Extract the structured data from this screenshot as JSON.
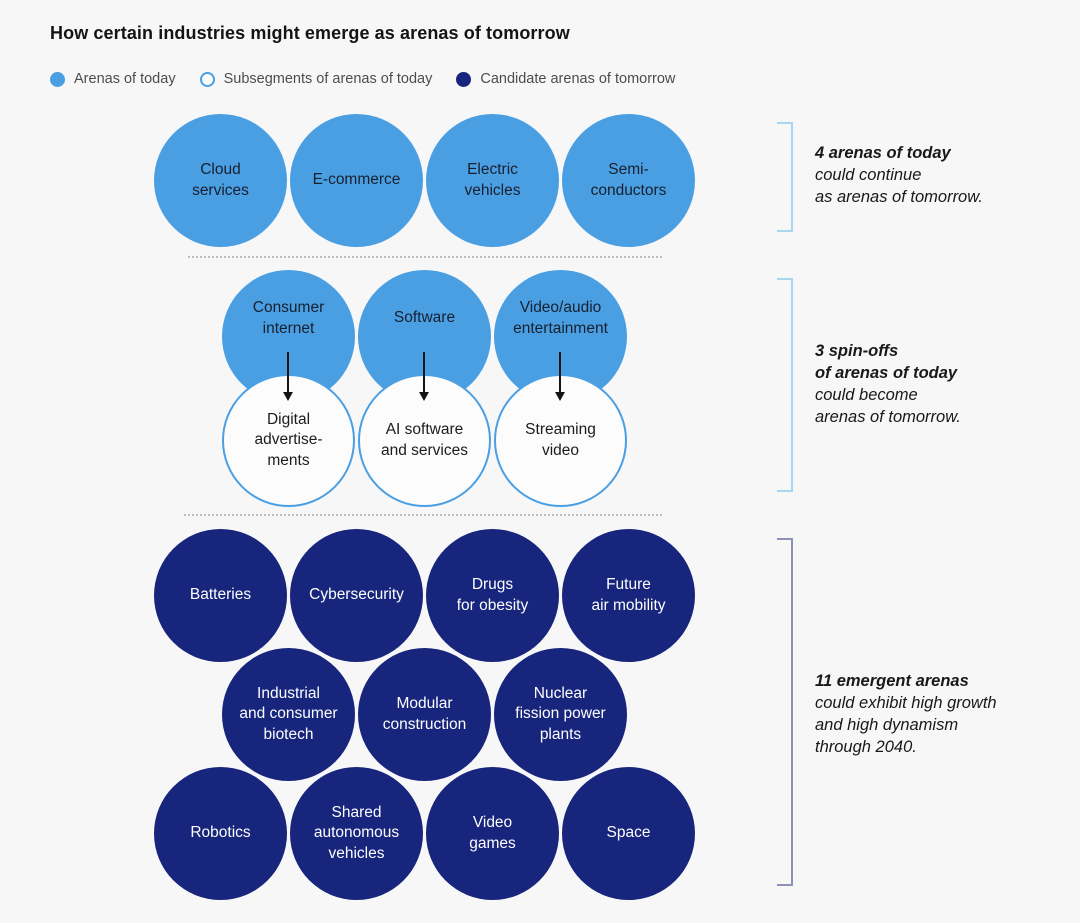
{
  "title": "How certain industries might emerge as arenas of tomorrow",
  "legend": {
    "arenas_today": "Arenas of today",
    "subsegments": "Subsegments of arenas of today",
    "candidates": "Candidate arenas of tomorrow"
  },
  "colors": {
    "bg": "#f7f7f8",
    "arena_blue": "#4a9fe3",
    "candidate_navy": "#17257d",
    "bracket_light": "#a9d5f0",
    "bracket_dark": "#8f90b6"
  },
  "diagram": {
    "arenas_of_today": [
      "Cloud\nservices",
      "E-commerce",
      "Electric\nvehicles",
      "Semi-\nconductors"
    ],
    "spinoffs": {
      "parents": [
        "Consumer\ninternet",
        "Software",
        "Video/audio\nentertainment"
      ],
      "children": [
        "Digital\nadvertise-\nments",
        "AI software\nand services",
        "Streaming\nvideo"
      ]
    },
    "emergent": {
      "row1": [
        "Batteries",
        "Cybersecurity",
        "Drugs\nfor obesity",
        "Future\nair mobility"
      ],
      "row2": [
        "Industrial\nand consumer\nbiotech",
        "Modular\nconstruction",
        "Nuclear\nfission power\nplants"
      ],
      "row3": [
        "Robotics",
        "Shared\nautonomous\nvehicles",
        "Video\ngames",
        "Space"
      ]
    }
  },
  "annotations": {
    "today": {
      "line1": "4 arenas of today",
      "line2": "could continue",
      "line3": "as arenas of tomorrow."
    },
    "spinoffs": {
      "line1": "3 spin-offs",
      "line2": "of arenas of today",
      "line3": "could become",
      "line4": "arenas of tomorrow."
    },
    "emergent": {
      "line1": "11 emergent arenas",
      "line2": "could exhibit high growth",
      "line3": "and high dynamism",
      "line4": "through 2040."
    }
  }
}
